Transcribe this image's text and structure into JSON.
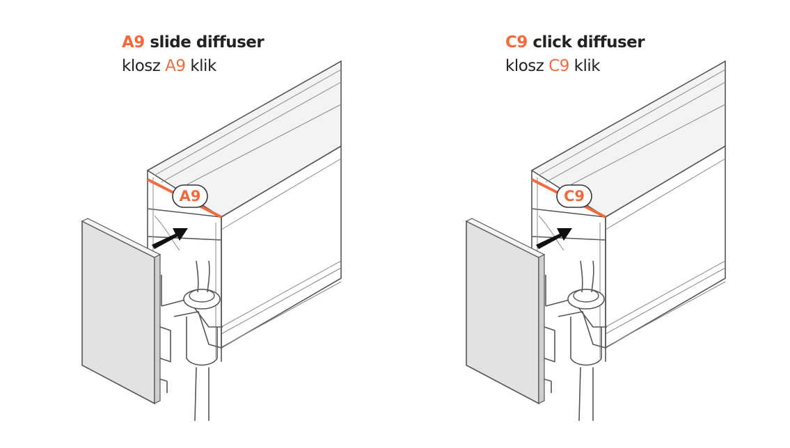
{
  "colors": {
    "accent": "#f26a3d",
    "line": "#555555",
    "cap": "#e2e2e2"
  },
  "panels": [
    {
      "code": "A9",
      "title_rest": "slide diffuser",
      "sub_prefix": "klosz",
      "sub_code": "A9",
      "sub_suffix": "klik",
      "badge": "A9"
    },
    {
      "code": "C9",
      "title_rest": "click diffuser",
      "sub_prefix": "klosz",
      "sub_code": "C9",
      "sub_suffix": "klik",
      "badge": "C9"
    }
  ]
}
